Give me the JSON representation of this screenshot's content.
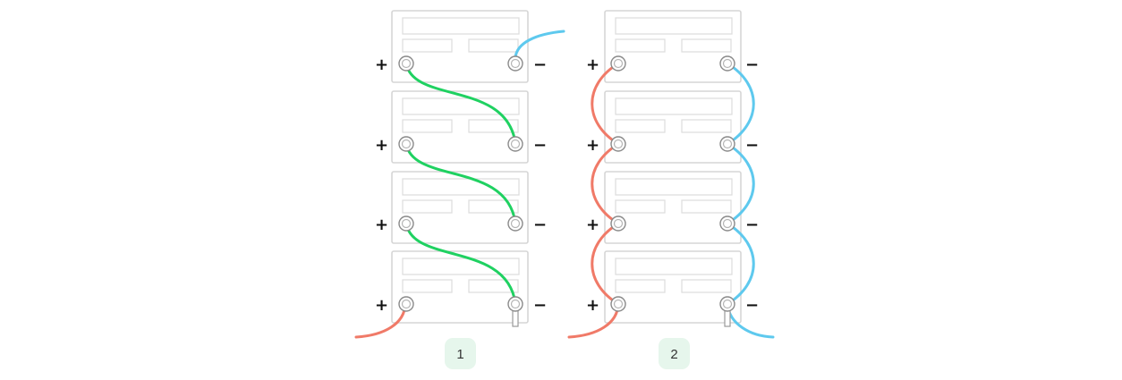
{
  "figure": {
    "panels": [
      {
        "label": "1",
        "wiring": "series",
        "battery_count": 4
      },
      {
        "label": "2",
        "wiring": "parallel",
        "battery_count": 4
      }
    ],
    "terminal_labels": {
      "positive": "+",
      "negative": "−"
    }
  },
  "colors": {
    "positive_wire": "#f07a68",
    "negative_wire": "#5ec9ee",
    "series_link": "#1fd161",
    "badge_fill": "#e6f6ec",
    "battery_outline": "#d6d6d6",
    "terminal_ring": "#8a8a8a"
  },
  "icons": [
    "battery-icon",
    "terminal-icon",
    "cable-icon"
  ]
}
